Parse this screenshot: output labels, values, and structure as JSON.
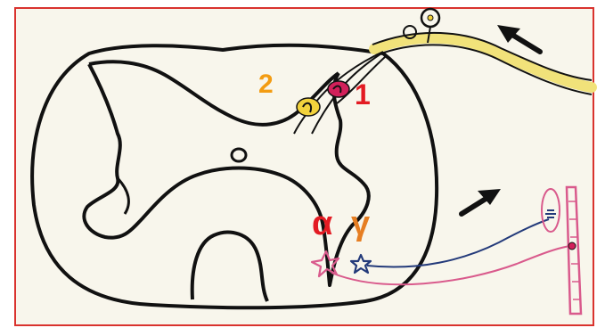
{
  "labels": {
    "two": "2",
    "one": "1",
    "alpha": "α",
    "gamma": "γ"
  },
  "colors": {
    "frame_border": "#d9332e",
    "background": "#f8f6ec",
    "outline": "#111111",
    "label_one": "#e31b23",
    "label_two": "#f39c12",
    "label_alpha": "#e31b23",
    "label_gamma": "#e67e22",
    "dorsal_root": "#f1e27a",
    "motor_alpha": "#d95a8c",
    "motor_gamma": "#233a7a",
    "neuron_one": "#d2205a",
    "neuron_two": "#f2d23c"
  },
  "icons": {
    "upper_arrow": "arrow-icon",
    "lower_arrow": "arrow-icon",
    "alpha_neuron": "star-neuron-icon",
    "gamma_neuron": "star-neuron-icon"
  }
}
